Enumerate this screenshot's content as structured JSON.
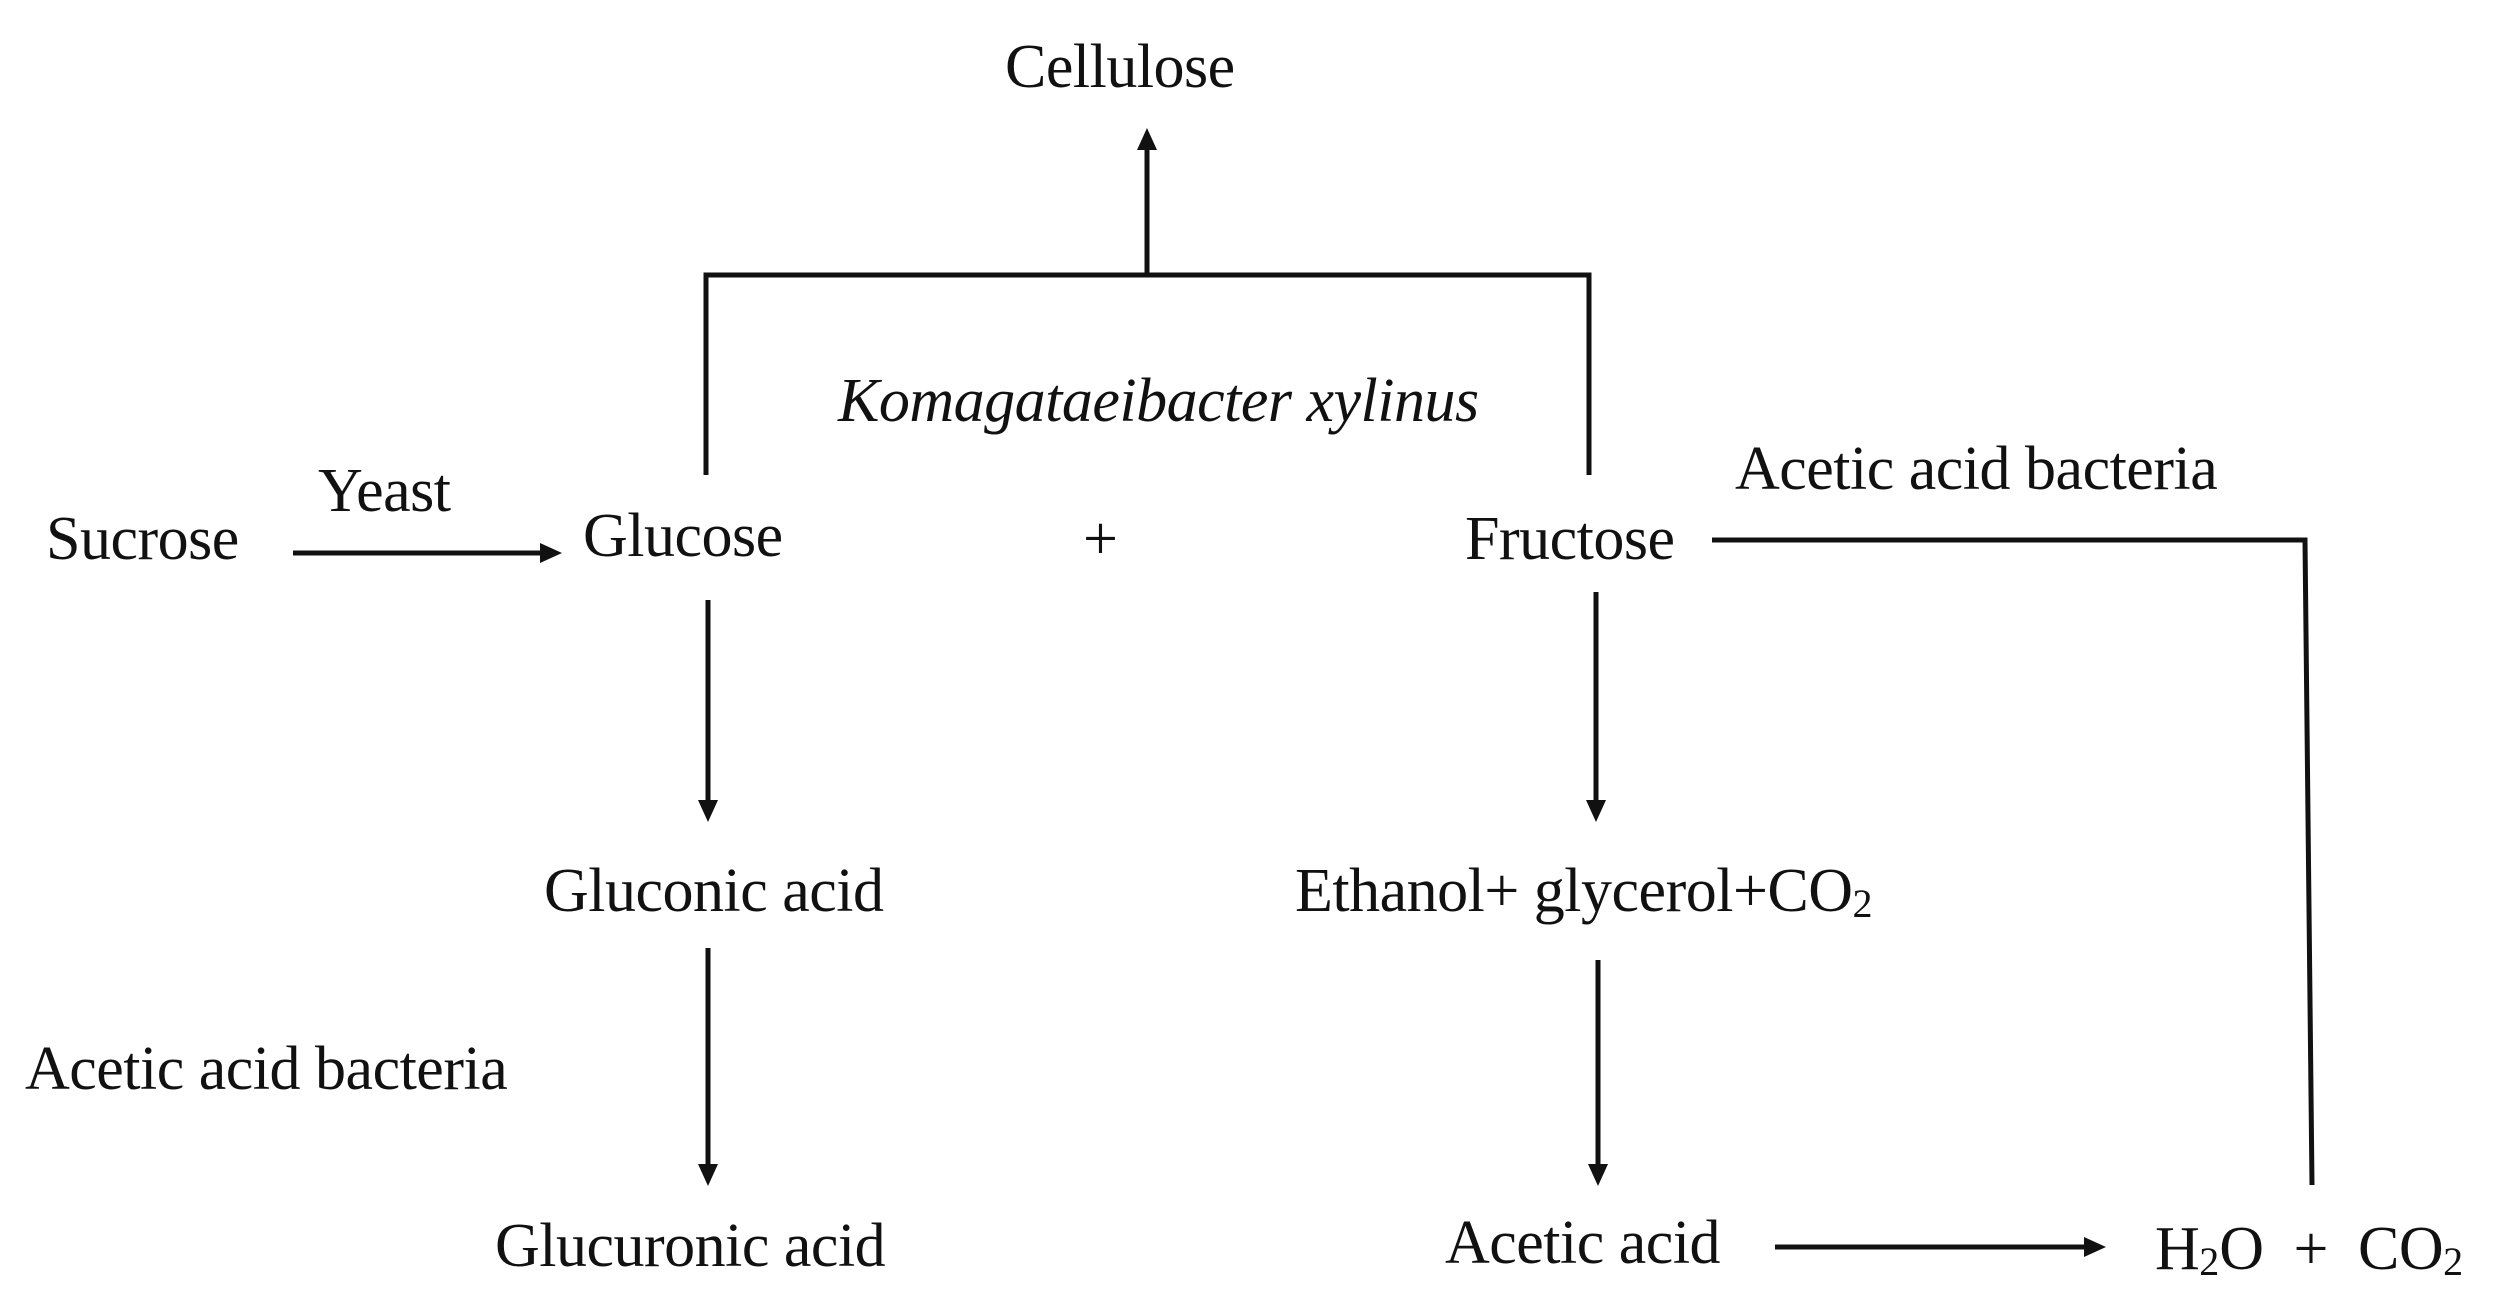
{
  "diagram": {
    "nodes": {
      "cellulose": "Cellulose",
      "organism": "Komagataeibacter xylinus",
      "sucrose": "Sucrose",
      "yeast": "Yeast",
      "glucose": "Glucose",
      "plus": "+",
      "fructose": "Fructose",
      "aab_right": "Acetic acid bacteria",
      "gluconic_acid": "Gluconic acid",
      "ethanol_prefix": "Ethanol+ glycerol+CO",
      "aab_left": "Acetic acid bacteria",
      "glucuronic_acid": "Glucuronic acid",
      "acetic_acid": "Acetic acid",
      "h": "H",
      "o_plus_co": "O  +  CO",
      "sub_2": "2"
    }
  }
}
